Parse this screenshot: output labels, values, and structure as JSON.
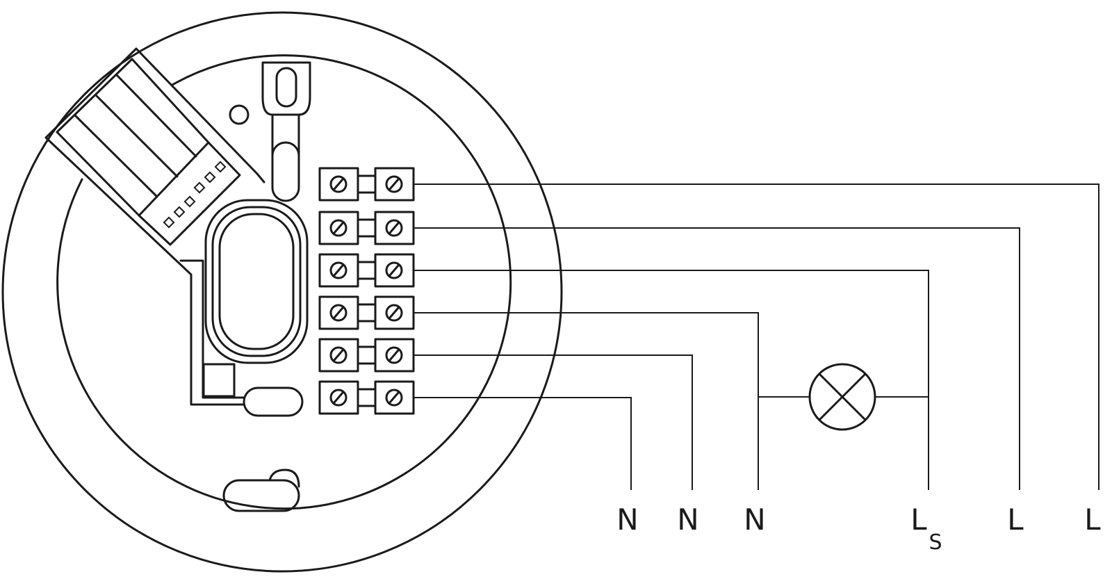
{
  "diagram": {
    "terminal_labels": [
      "N",
      "N",
      "N",
      "L",
      "L",
      "L"
    ],
    "switched_live_subscript": "S",
    "terminal_count": 6
  }
}
